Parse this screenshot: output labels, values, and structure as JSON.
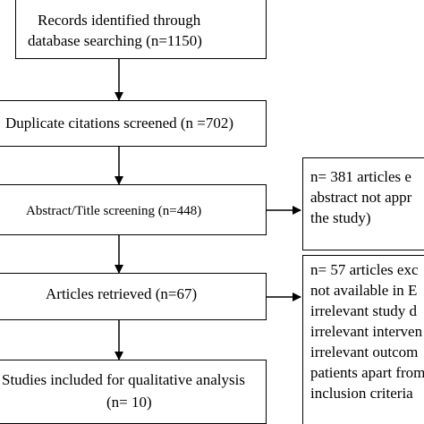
{
  "flowchart": {
    "identified": {
      "line1": "Records identified through",
      "line2": "database searching (n=1150)"
    },
    "duplicates": {
      "line1": "Duplicate citations screened (n =702)"
    },
    "screening": {
      "line1": "Abstract/Title screening (n=448)"
    },
    "retrieved": {
      "line1": "Articles retrieved (n=67)"
    },
    "included": {
      "line1": "Studies included for qualitative analysis",
      "line2": "(n= 10)"
    },
    "excluded_abstract": {
      "line1": "n= 381 articles e",
      "line2": "abstract not appr",
      "line3": "the study)"
    },
    "excluded_fulltext": {
      "line1": "n= 57 articles exc",
      "line2": "not available in E",
      "line3": "irrelevant study d",
      "line4": "irrelevant interven",
      "line5": "irrelevant outcom",
      "line6": "patients apart from",
      "line7": "inclusion criteria"
    }
  },
  "colors": {
    "line": "#000000",
    "background": "#ffffff",
    "text": "#000000"
  }
}
